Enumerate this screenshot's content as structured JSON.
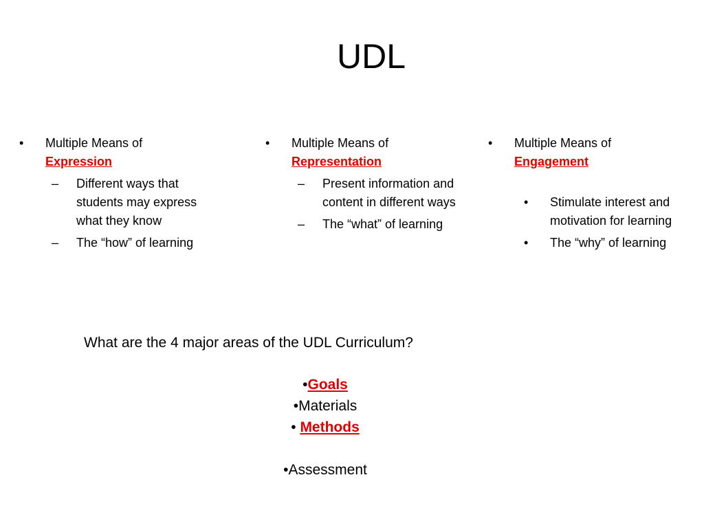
{
  "slide": {
    "title": "UDL",
    "columns": [
      {
        "bullet": "•",
        "heading_prefix": "Multiple Means of",
        "heading_highlight": "Expression",
        "sub_marker": "–",
        "items": [
          "Different ways that students may express what they know",
          "The “how” of learning"
        ]
      },
      {
        "bullet": "•",
        "heading_prefix": "Multiple Means of",
        "heading_highlight": "Representation",
        "sub_marker": "–",
        "items": [
          "Present information and content in different ways",
          "The “what” of learning"
        ]
      },
      {
        "bullet": "•",
        "heading_prefix": "Multiple Means of",
        "heading_highlight": "Engagement",
        "sub_marker": "•",
        "items": [
          "Stimulate interest and motivation for learning",
          "The “why” of learning"
        ]
      }
    ],
    "question": "What are the 4 major areas of the UDL Curriculum?",
    "areas": {
      "bullet": "•",
      "goals": "Goals",
      "materials": "Materials",
      "methods": "Methods",
      "assessment": "Assessment"
    },
    "colors": {
      "highlight": "#e00000",
      "text": "#000000",
      "background": "#ffffff"
    }
  }
}
